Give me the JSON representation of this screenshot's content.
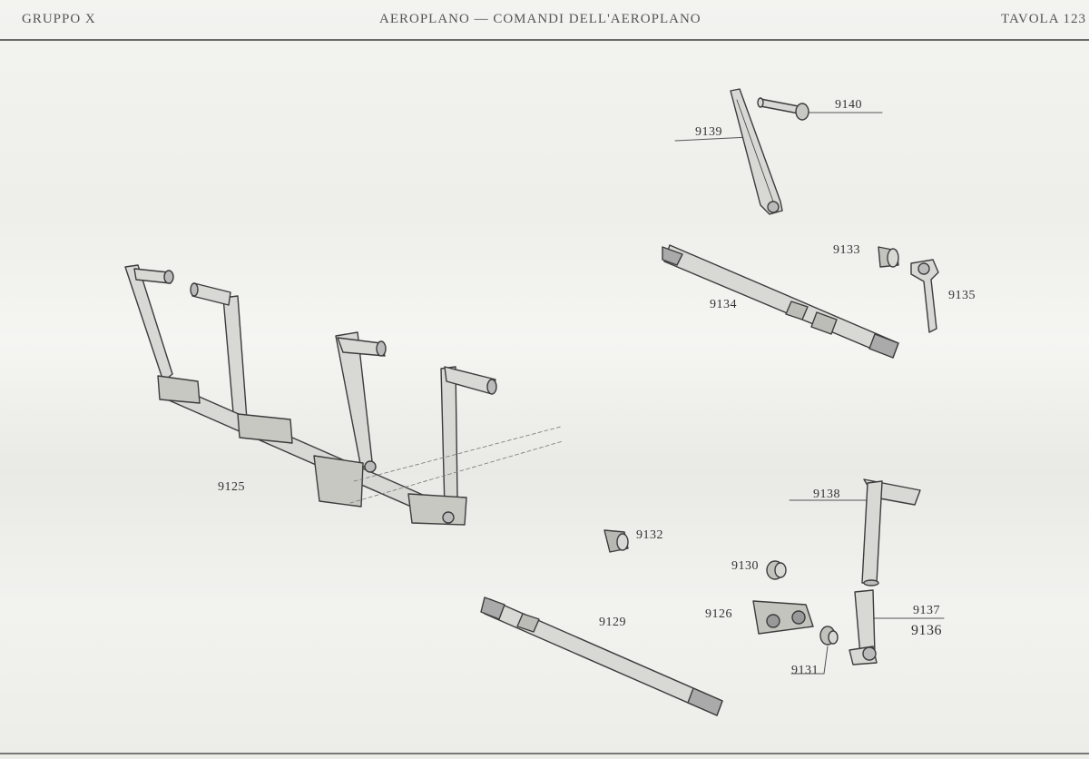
{
  "header": {
    "left": "GRUPPO X",
    "center": "AEROPLANO — COMANDI DELL'AEROPLANO",
    "right": "TAVOLA 123"
  },
  "parts": [
    {
      "id": "9140",
      "label": "9140"
    },
    {
      "id": "9139",
      "label": "9139"
    },
    {
      "id": "9133",
      "label": "9133"
    },
    {
      "id": "9135",
      "label": "9135"
    },
    {
      "id": "9134",
      "label": "9134"
    },
    {
      "id": "9125",
      "label": "9125"
    },
    {
      "id": "9132",
      "label": "9132"
    },
    {
      "id": "9138",
      "label": "9138"
    },
    {
      "id": "9130",
      "label": "9130"
    },
    {
      "id": "9126",
      "label": "9126"
    },
    {
      "id": "9137",
      "label": "9137"
    },
    {
      "id": "9136",
      "label": "9136"
    },
    {
      "id": "9129",
      "label": "9129"
    },
    {
      "id": "9131",
      "label": "9131"
    }
  ]
}
